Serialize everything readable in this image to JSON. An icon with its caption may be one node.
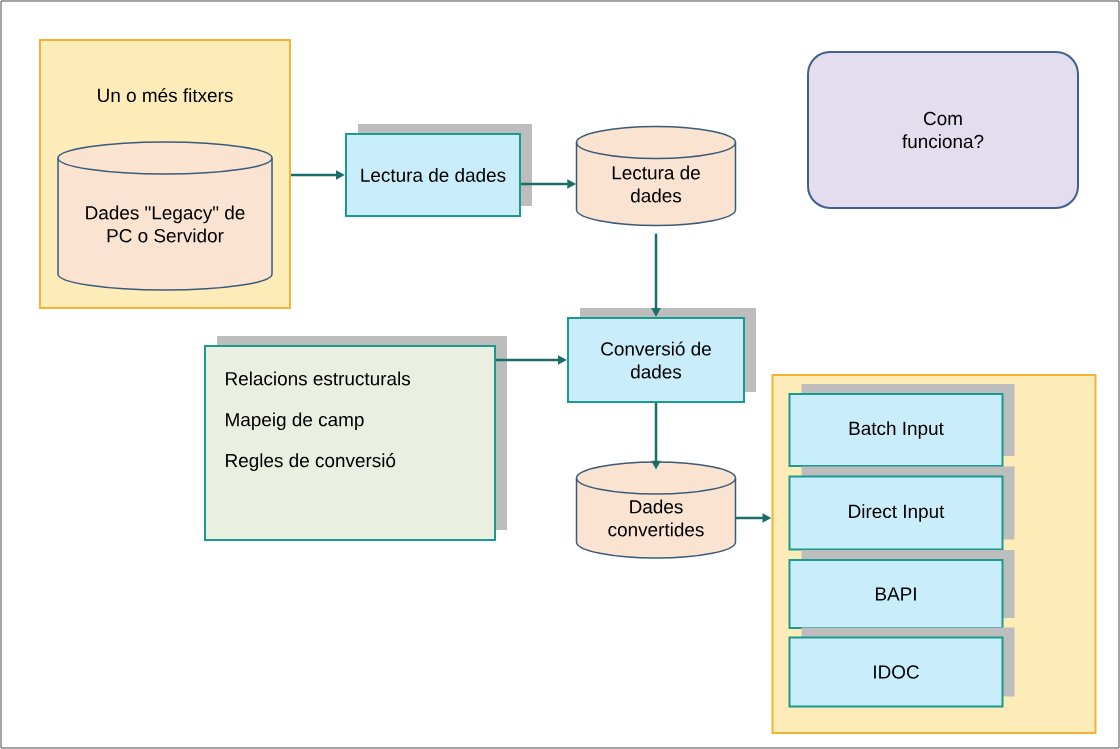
{
  "diagram": {
    "nodes": [
      {
        "text": [
          "Un o més fitxers"
        ]
      },
      {
        "text": [
          "Dades \"Legacy\" de PC o Servidor"
        ],
        "in": 0
      },
      {
        "text": [
          "Lectura de dades"
        ]
      },
      {
        "text": [
          "Lectura de dades"
        ]
      },
      {
        "text": [
          "Com funciona?"
        ]
      },
      {
        "text": [
          "Conversió de dades"
        ]
      },
      {
        "text": [
          "Relacions estructurals",
          "Mapeig de camp",
          "Regles de conversió"
        ]
      },
      {
        "text": [
          "Dades convertides"
        ]
      },
      {
        "text": [],
        "shape": "box"
      },
      {
        "text": [
          "Batch Input"
        ],
        "in": 8
      },
      {
        "text": [
          "Direct Input"
        ],
        "in": 8
      },
      {
        "text": [
          "BAPI"
        ],
        "in": 8
      },
      {
        "text": [
          "IDOC"
        ],
        "in": 8
      }
    ],
    "edges": [
      {
        "from": 0,
        "to": 2,
        "arrow": "to"
      },
      {
        "from": 2,
        "to": 3,
        "arrow": "to"
      },
      {
        "from": 3,
        "to": 5,
        "arrow": "to"
      },
      {
        "from": 6,
        "to": 5,
        "arrow": "to"
      },
      {
        "from": 5,
        "to": 7,
        "arrow": "to"
      },
      {
        "from": 7,
        "to": 8,
        "arrow": "to"
      }
    ]
  }
}
